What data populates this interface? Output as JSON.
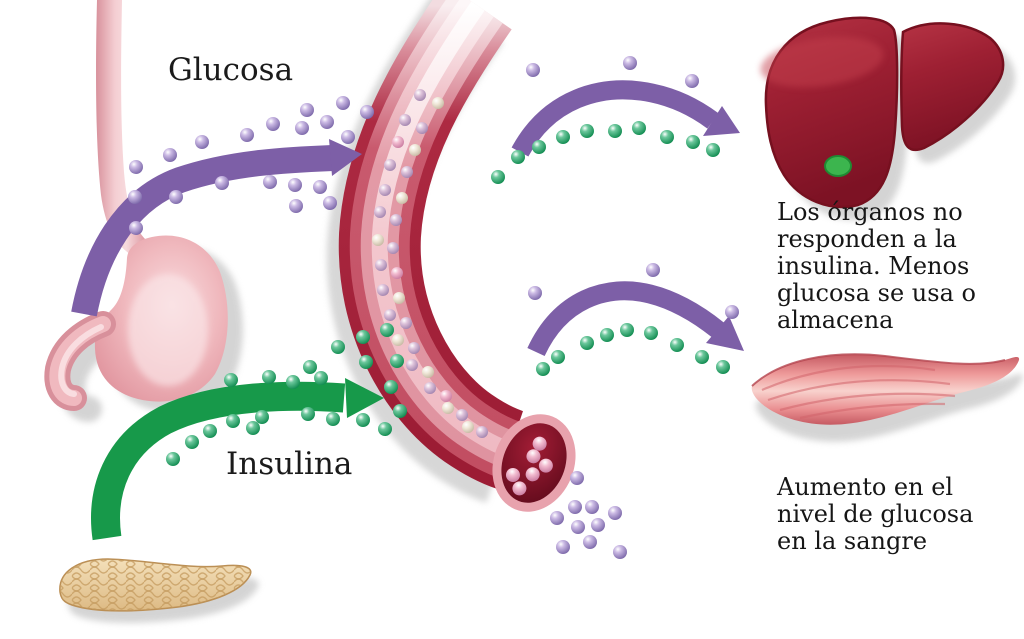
{
  "labels": {
    "glucose": "Glucosa",
    "insulin": "Insulina"
  },
  "annotations": {
    "organs": {
      "text": "Los órganos no responden a la insulina. Menos glucosa se usa o almacena",
      "lines": [
        "Los órganos no",
        "responden a la",
        "insulina. Menos",
        "glucosa se usa o",
        "almacena"
      ]
    },
    "blood": {
      "text": "Aumento en el nivel de glucosa en la sangre",
      "lines": [
        "Aumento en el",
        "nivel de glucosa",
        "en la sangre"
      ]
    }
  },
  "colors": {
    "glucose_arrow": "#7d5fa7",
    "glucose_molecule": "#b7a3d8",
    "insulin_arrow": "#17994a",
    "insulin_molecule": "#3fae82",
    "blood_vessel": "#a32138",
    "liver": "#9c1c2e",
    "muscle": "#ee9397",
    "stomach": "#efb3b9",
    "pancreas": "#ecd0a0",
    "gallbladder": "#3cb54e",
    "text": "#1b1b1b",
    "background": "#ffffff"
  }
}
